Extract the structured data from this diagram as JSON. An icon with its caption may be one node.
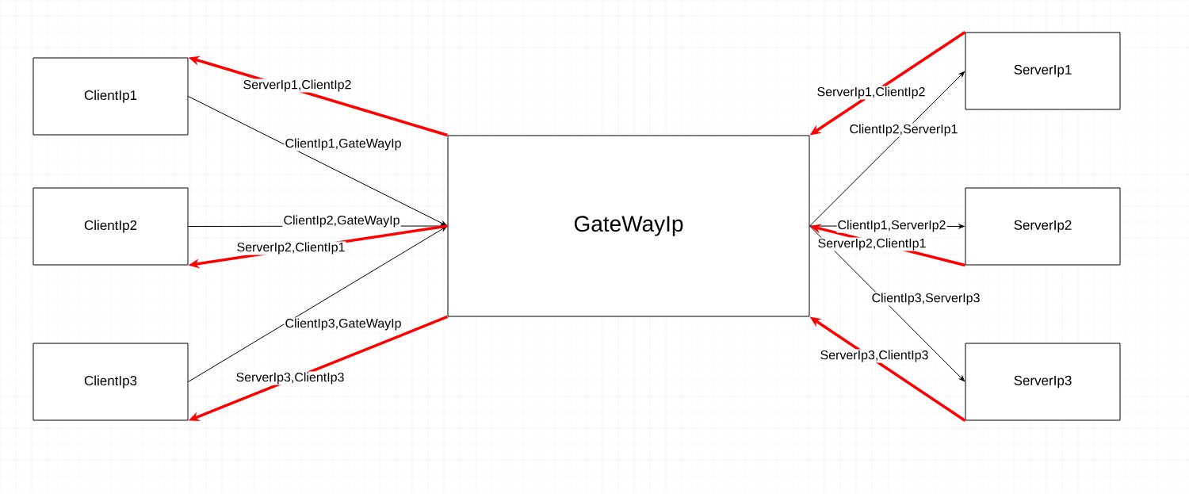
{
  "diagram": {
    "nodes": [
      {
        "text": [
          "ClientIp1"
        ]
      },
      {
        "text": [
          "ClientIp2"
        ]
      },
      {
        "text": [
          "ClientIp3"
        ]
      },
      {
        "text": [
          "GateWayIp"
        ]
      },
      {
        "text": [
          "ServerIp1"
        ]
      },
      {
        "text": [
          "ServerIp2"
        ]
      },
      {
        "text": [
          "ServerIp3"
        ]
      }
    ],
    "edges": [
      {
        "from": 0,
        "to": 3,
        "arrow": "to",
        "label": "ClientIp1,GateWayIp"
      },
      {
        "from": 1,
        "to": 3,
        "arrow": "to",
        "label": "ClientIp2,GateWayIp"
      },
      {
        "from": 2,
        "to": 3,
        "arrow": "to",
        "label": "ClientIp3,GateWayIp"
      },
      {
        "from": 3,
        "to": 4,
        "arrow": "to",
        "label": "ClientIp2,ServerIp1"
      },
      {
        "from": 3,
        "to": 5,
        "arrow": "to",
        "label": "ClientIp1,ServerIp2"
      },
      {
        "from": 3,
        "to": 6,
        "arrow": "to",
        "label": "ClientIp3,ServerIp3"
      },
      {
        "from": 3,
        "to": 0,
        "arrow": "to",
        "label": "ServerIp1,ClientIp2",
        "style": "thick",
        "color": "#ff0000"
      },
      {
        "from": 3,
        "to": 1,
        "arrow": "to",
        "label": "ServerIp2,ClientIp1",
        "style": "thick",
        "color": "#ff0000"
      },
      {
        "from": 3,
        "to": 2,
        "arrow": "to",
        "label": "ServerIp3,ClientIp3",
        "style": "thick",
        "color": "#ff0000"
      },
      {
        "from": 4,
        "to": 3,
        "arrow": "to",
        "label": "ServerIp1,ClientIp2",
        "style": "thick",
        "color": "#ff0000"
      },
      {
        "from": 5,
        "to": 3,
        "arrow": "to",
        "label": "ServerIp2,ClientIp1",
        "style": "thick",
        "color": "#ff0000"
      },
      {
        "from": 6,
        "to": 3,
        "arrow": "to",
        "label": "ServerIp3,ClientIp3",
        "style": "thick",
        "color": "#ff0000"
      }
    ]
  }
}
